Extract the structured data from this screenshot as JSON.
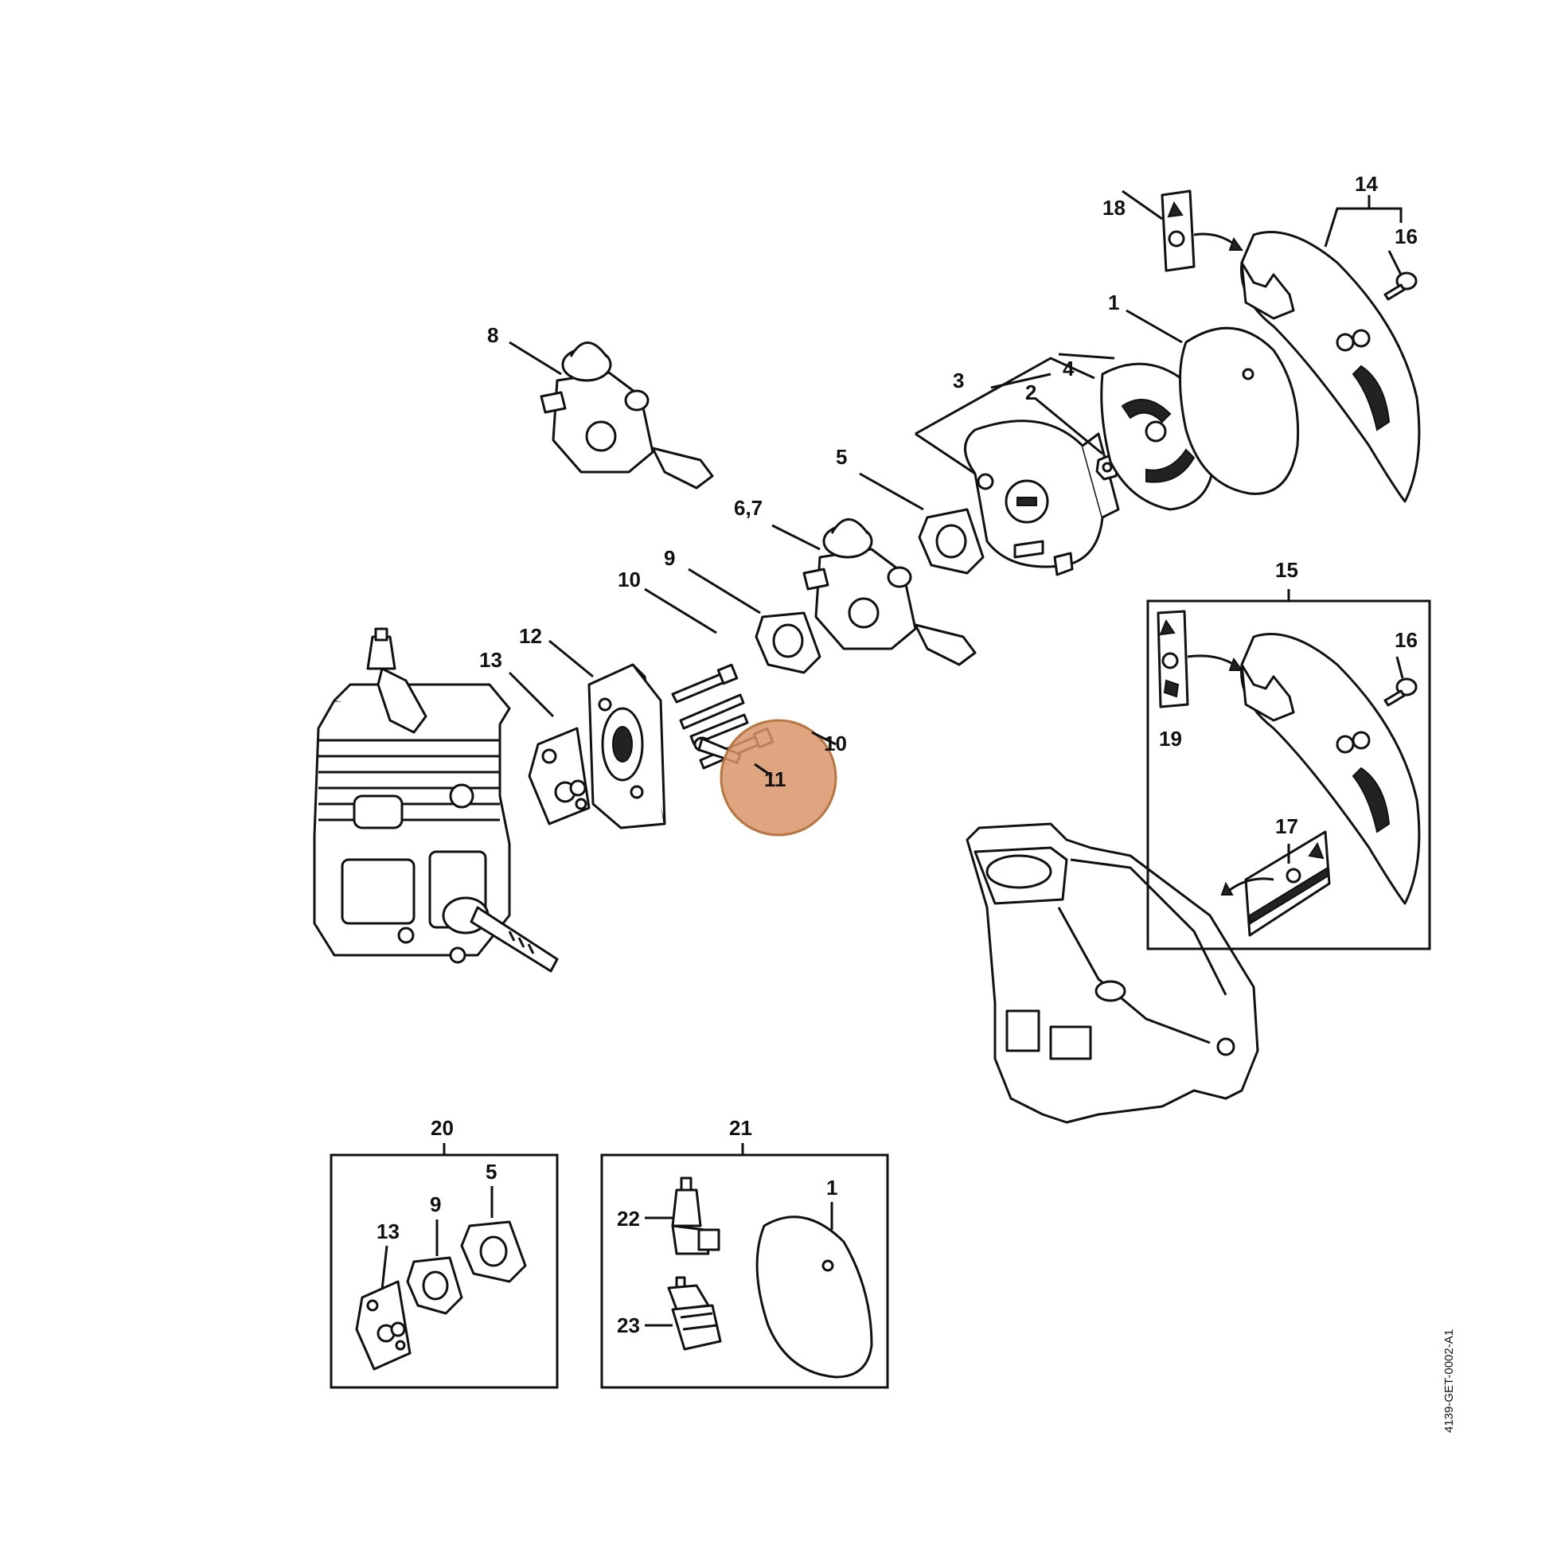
{
  "diagram": {
    "doc_code": "4139-GET-0002-A1",
    "highlight_color": "#d9956a",
    "callouts": {
      "p1_main": "1",
      "p2": "2",
      "p3": "3",
      "p4": "4",
      "p5": "5",
      "p6_7": "6,7",
      "p8": "8",
      "p9": "9",
      "p10_top": "10",
      "p10_mid": "10",
      "p11": "11",
      "p12": "12",
      "p13": "13",
      "p14": "14",
      "p15": "15",
      "p16_top": "16",
      "p16_kit": "16",
      "p17": "17",
      "p18": "18",
      "p19": "19",
      "p20": "20",
      "p21": "21",
      "kit20_13": "13",
      "kit20_9": "9",
      "kit20_5": "5",
      "kit21_22": "22",
      "kit21_23": "23",
      "kit21_1": "1"
    }
  }
}
